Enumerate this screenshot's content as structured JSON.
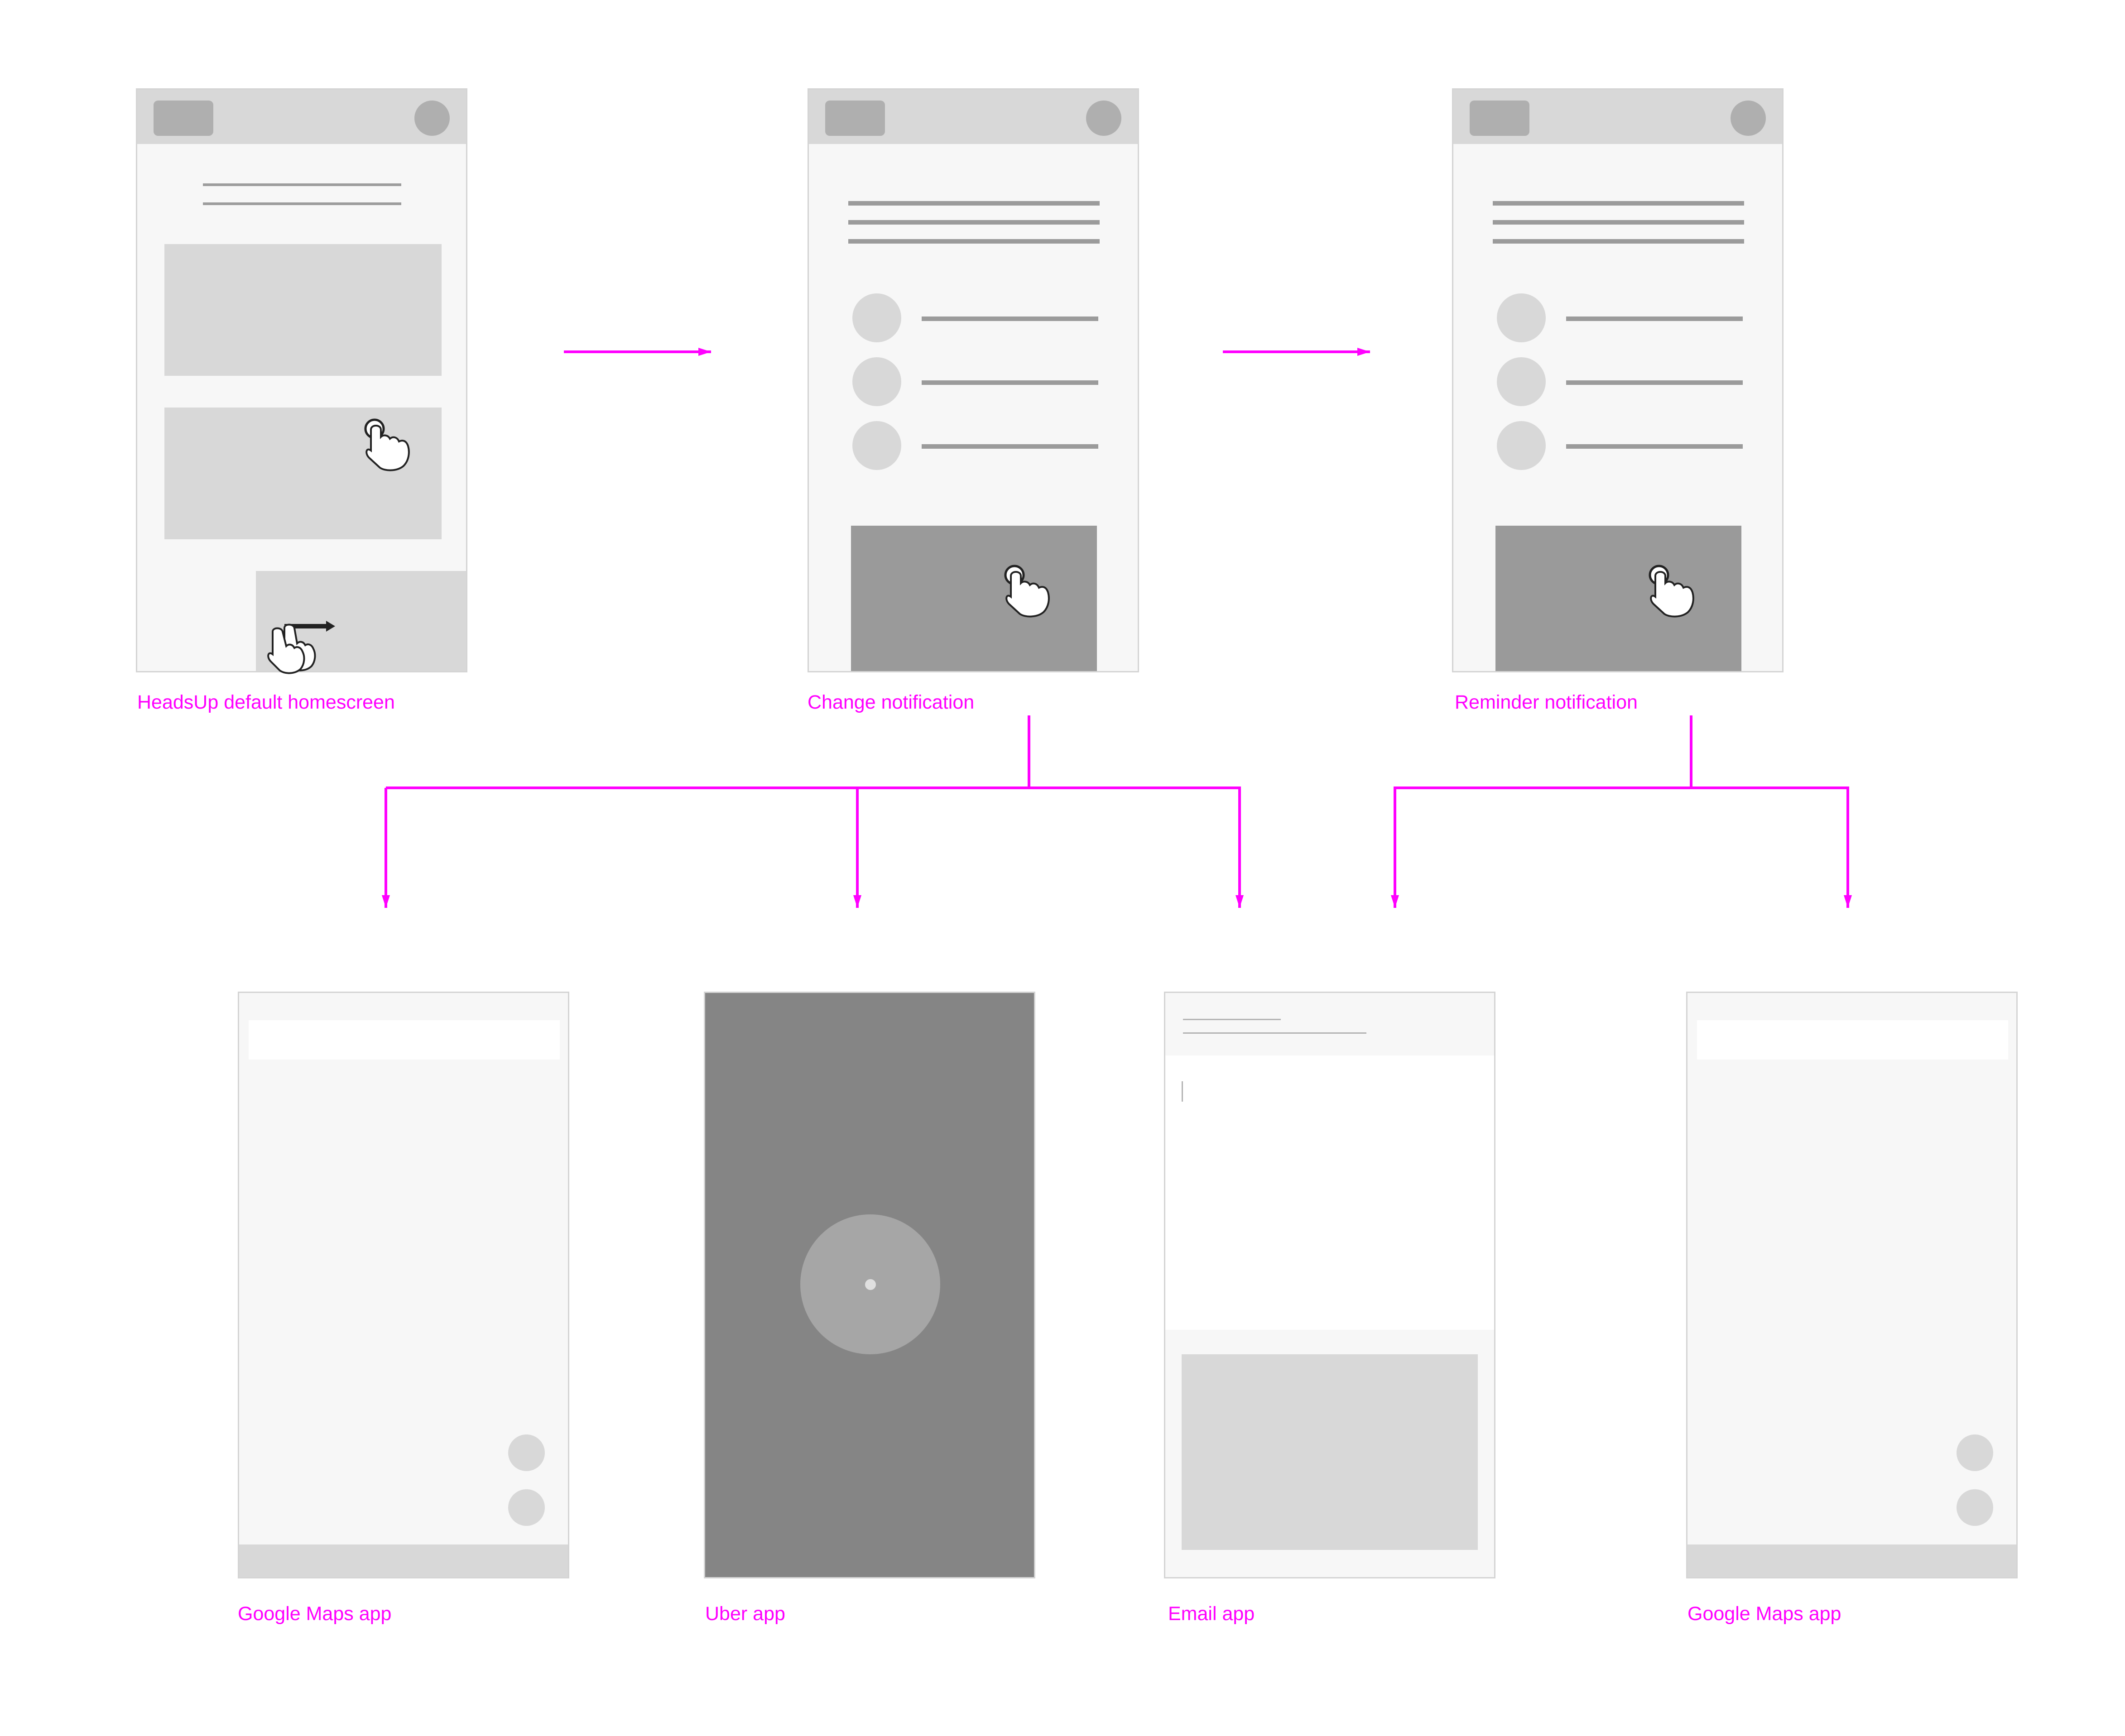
{
  "screens": {
    "homescreen": {
      "label": "HeadsUp default homescreen"
    },
    "change": {
      "label": "Change notification"
    },
    "reminder": {
      "label": "Reminder notification"
    },
    "maps1": {
      "label": "Google Maps app"
    },
    "uber": {
      "label": "Uber app"
    },
    "email": {
      "label": "Email app"
    },
    "maps2": {
      "label": "Google Maps app"
    }
  },
  "colors": {
    "connector": "#ff00ff",
    "screen_bg": "#f7f7f7",
    "placeholder": "#d8d8d8",
    "dark_placeholder": "#9a9a9a",
    "uber_bg": "#858585"
  },
  "icons": [
    "tap-hand-icon",
    "swipe-hand-icon"
  ]
}
